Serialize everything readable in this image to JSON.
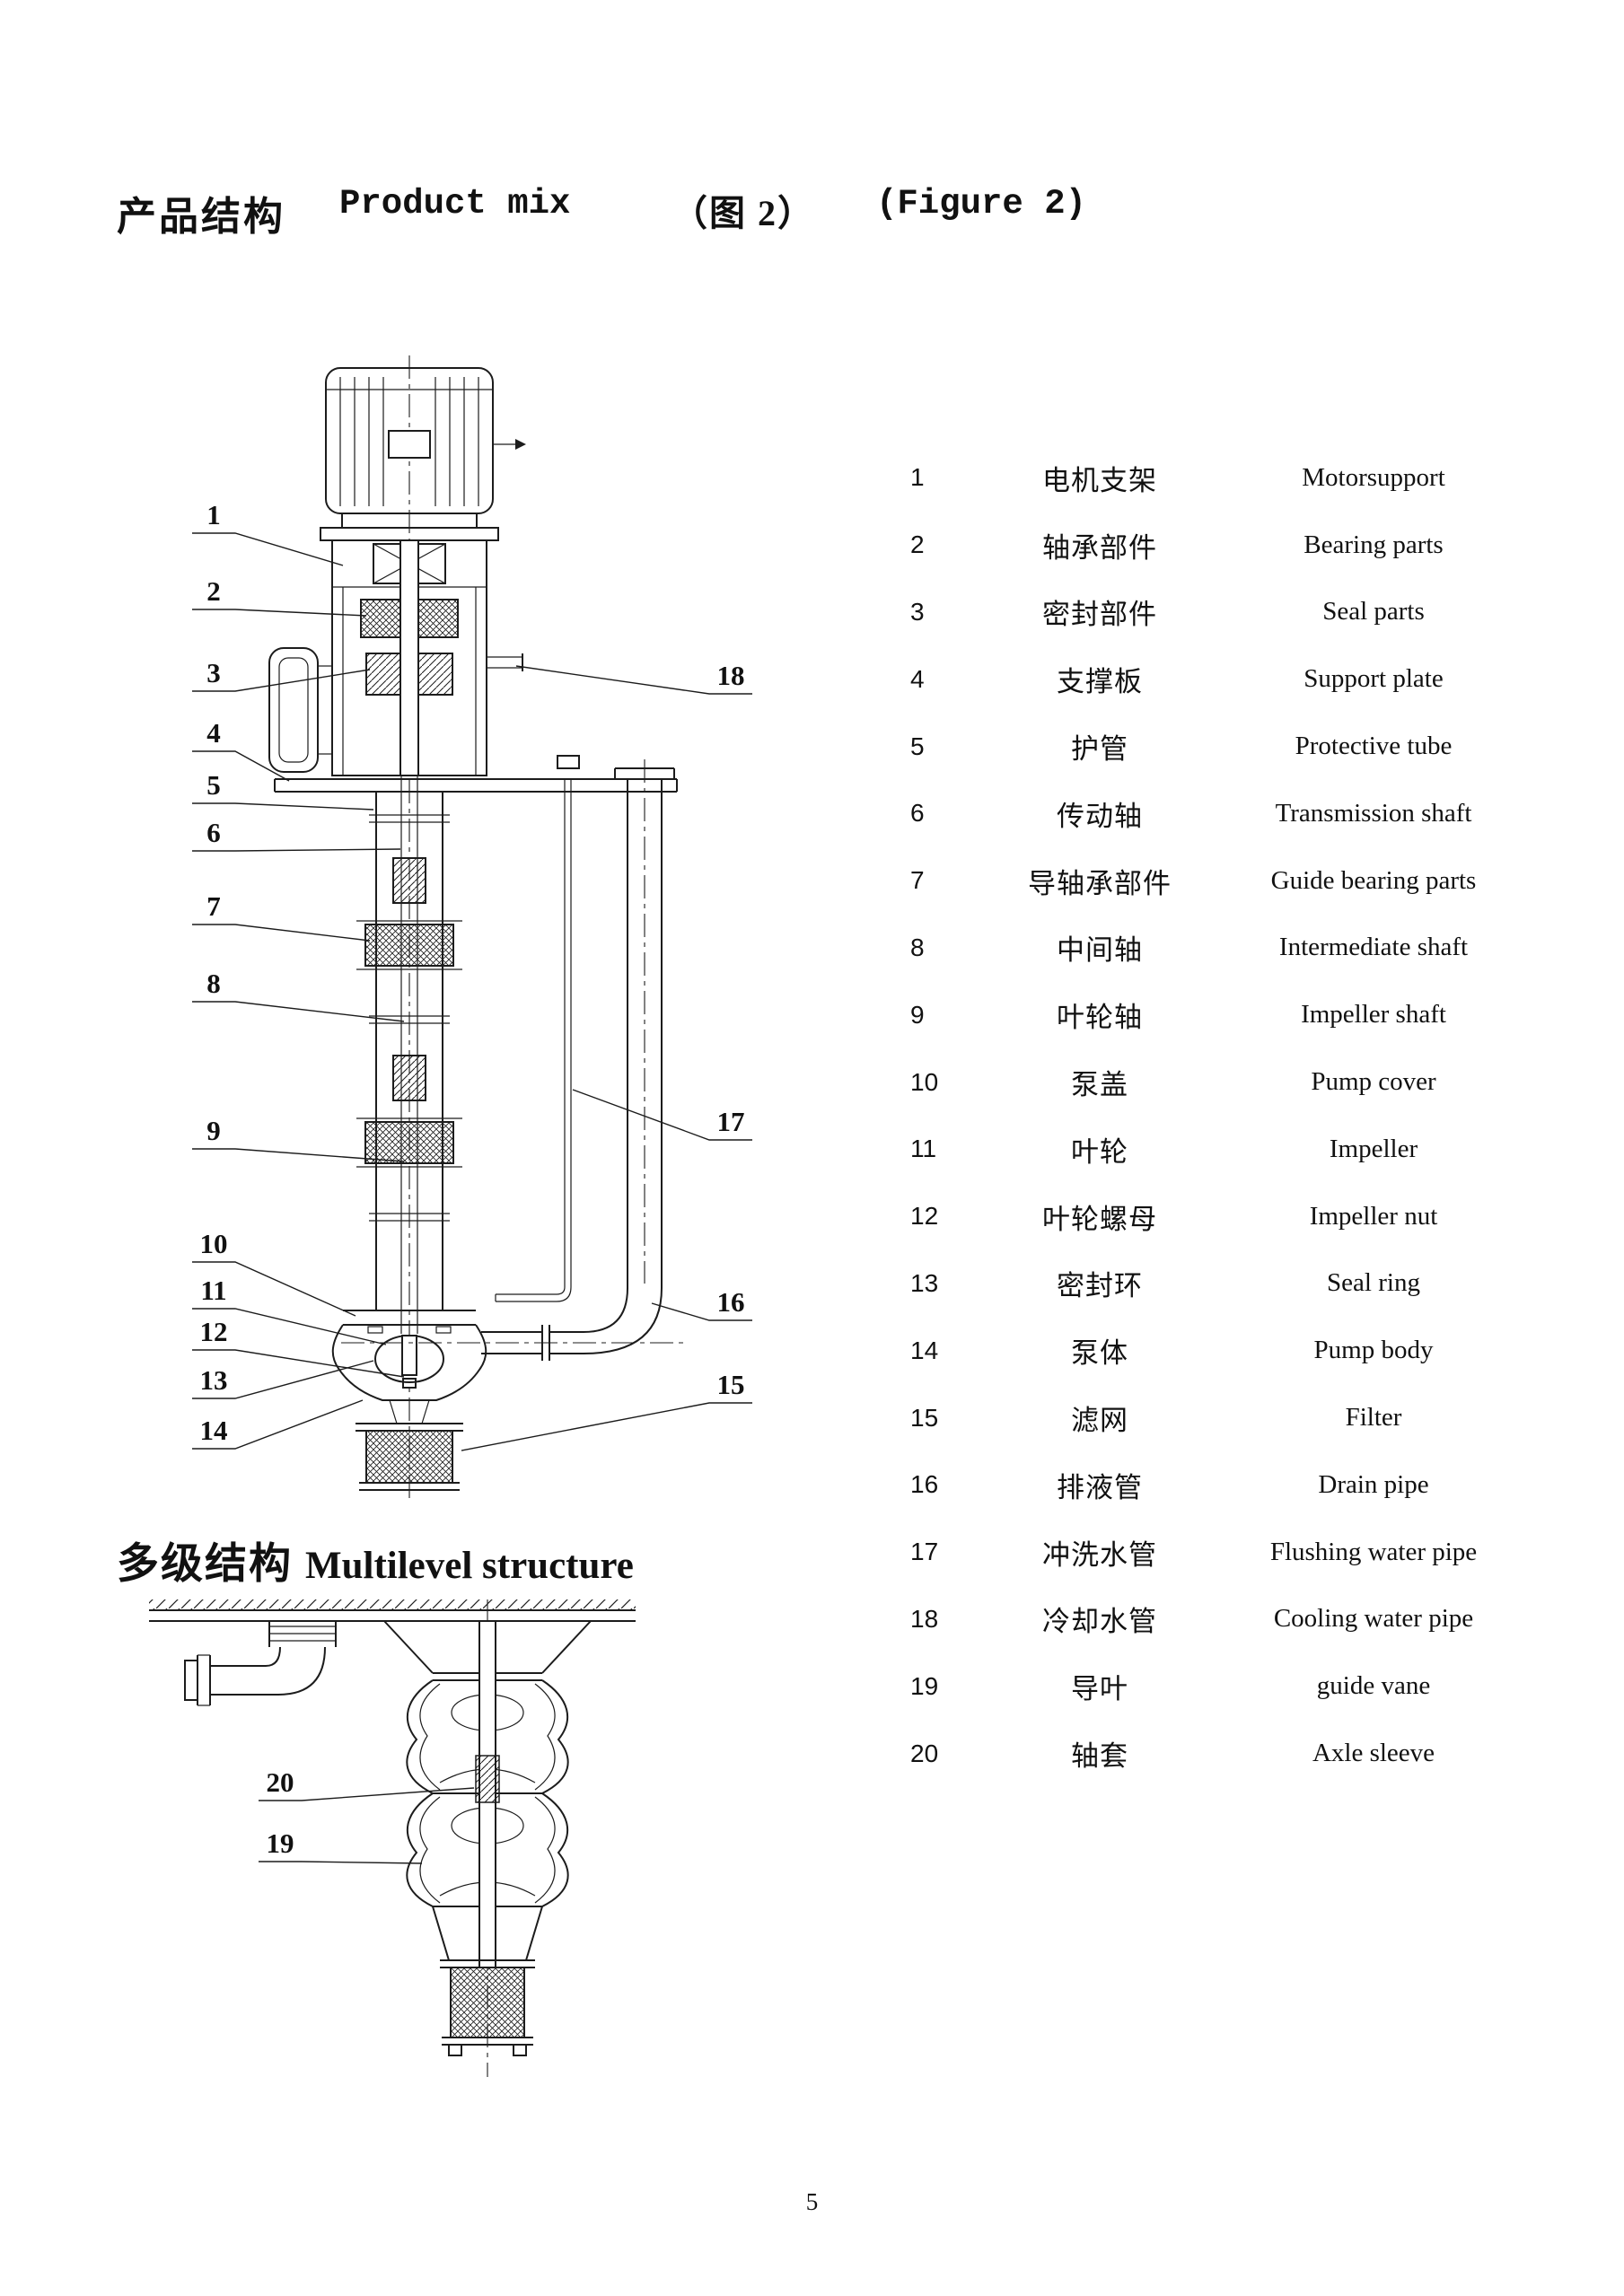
{
  "title": {
    "cn": "产品结构",
    "en": "Product mix",
    "figure_cn": "（图 2）",
    "figure_en": "(Figure 2)"
  },
  "section": {
    "cn": "多级结构",
    "en": "Multilevel structure"
  },
  "page": {
    "number": "5"
  },
  "colors": {
    "ink": "#1c1c1c",
    "paper": "#ffffff"
  },
  "parts": [
    {
      "no": "1",
      "cn": "电机支架",
      "en": "Motorsupport"
    },
    {
      "no": "2",
      "cn": "轴承部件",
      "en": "Bearing parts"
    },
    {
      "no": "3",
      "cn": "密封部件",
      "en": "Seal parts"
    },
    {
      "no": "4",
      "cn": "支撑板",
      "en": "Support plate"
    },
    {
      "no": "5",
      "cn": "护管",
      "en": "Protective tube"
    },
    {
      "no": "6",
      "cn": "传动轴",
      "en": "Transmission shaft"
    },
    {
      "no": "7",
      "cn": "导轴承部件",
      "en": "Guide bearing parts"
    },
    {
      "no": "8",
      "cn": "中间轴",
      "en": "Intermediate shaft"
    },
    {
      "no": "9",
      "cn": "叶轮轴",
      "en": "Impeller shaft"
    },
    {
      "no": "10",
      "cn": "泵盖",
      "en": "Pump cover"
    },
    {
      "no": "11",
      "cn": "叶轮",
      "en": "Impeller"
    },
    {
      "no": "12",
      "cn": "叶轮螺母",
      "en": "Impeller nut"
    },
    {
      "no": "13",
      "cn": "密封环",
      "en": "Seal ring"
    },
    {
      "no": "14",
      "cn": "泵体",
      "en": "Pump body"
    },
    {
      "no": "15",
      "cn": "滤网",
      "en": "Filter"
    },
    {
      "no": "16",
      "cn": "排液管",
      "en": "Drain pipe"
    },
    {
      "no": "17",
      "cn": "冲洗水管",
      "en": "Flushing water pipe"
    },
    {
      "no": "18",
      "cn": "冷却水管",
      "en": "Cooling water pipe"
    },
    {
      "no": "19",
      "cn": "导叶",
      "en": "guide vane"
    },
    {
      "no": "20",
      "cn": "轴套",
      "en": "Axle sleeve"
    }
  ],
  "callouts": {
    "upper": [
      "1",
      "2",
      "3",
      "4",
      "5",
      "6",
      "7",
      "8",
      "9",
      "10",
      "11",
      "12",
      "13",
      "14",
      "18",
      "17",
      "16",
      "15"
    ],
    "lower": [
      "20",
      "19"
    ]
  }
}
